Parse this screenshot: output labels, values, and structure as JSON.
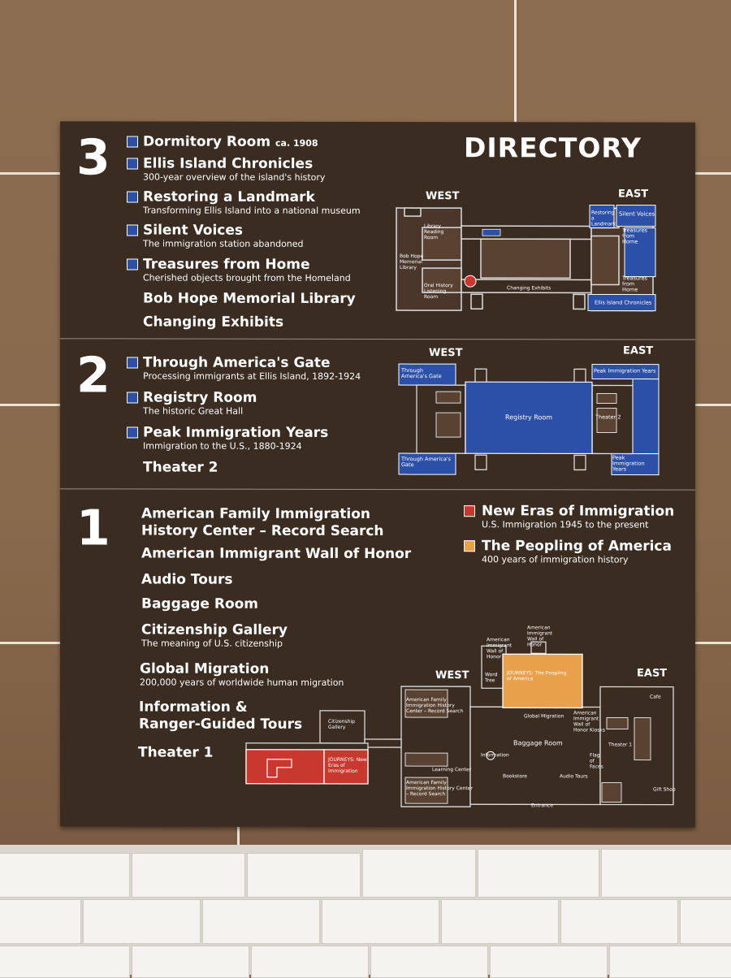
{
  "title": "DIRECTORY",
  "colors": {
    "sign_bg": "#3b2c22",
    "blue": "#2c4fa8",
    "red": "#c8382f",
    "orange": "#e9a04b",
    "wall": "#8a6a4e"
  },
  "floor3": {
    "number": "3",
    "items": [
      {
        "main": "Dormitory Room",
        "suffix": "ca. 1908",
        "sub": ""
      },
      {
        "main": "Ellis Island Chronicles",
        "sub": "300-year overview of the island's history"
      },
      {
        "main": "Restoring a Landmark",
        "sub": "Transforming Ellis Island into a national museum"
      },
      {
        "main": "Silent Voices",
        "sub": "The immigration station abandoned"
      },
      {
        "main": "Treasures from Home",
        "sub": "Cherished objects brought from the Homeland"
      },
      {
        "main": "Bob Hope Memorial Library",
        "sub": ""
      },
      {
        "main": "Changing Exhibits",
        "sub": ""
      }
    ],
    "map": {
      "west": "WEST",
      "east": "EAST",
      "labels": [
        "Library Reading Room",
        "Bob Hope Memorial Library",
        "Oral History Listening Room",
        "Changing Exhibits",
        "Restoring a Landmark",
        "Silent Voices",
        "Treasures from Home",
        "Treasures from Home",
        "Ellis Island Chronicles"
      ]
    }
  },
  "floor2": {
    "number": "2",
    "items": [
      {
        "main": "Through America's Gate",
        "sub": "Processing immigrants at Ellis Island, 1892-1924"
      },
      {
        "main": "Registry Room",
        "sub": "The historic Great Hall"
      },
      {
        "main": "Peak Immigration Years",
        "sub": "Immigration to the U.S., 1880-1924"
      },
      {
        "main": "Theater 2",
        "sub": ""
      }
    ],
    "map": {
      "west": "WEST",
      "east": "EAST",
      "labels": [
        "Through America's Gate",
        "Registry Room",
        "Peak Immigration Years",
        "Theater 2",
        "Through America's Gate",
        "Peak Immigration Years"
      ]
    }
  },
  "floor1": {
    "number": "1",
    "items": [
      {
        "main": "American Family Immigration",
        "main2": "History Center  – Record Search",
        "sub": ""
      },
      {
        "main": "American Immigrant Wall of Honor",
        "sub": ""
      },
      {
        "main": "Audio Tours",
        "sub": ""
      },
      {
        "main": "Baggage Room",
        "sub": ""
      },
      {
        "main": "Citizenship Gallery",
        "sub": "The meaning of U.S. citizenship"
      },
      {
        "main": "Global Migration",
        "sub": "200,000 years of worldwide human migration"
      },
      {
        "main": "Information &",
        "main2": "Ranger-Guided Tours",
        "sub": ""
      },
      {
        "main": "Theater 1",
        "sub": ""
      }
    ],
    "legend": [
      {
        "main": "New Eras of Immigration",
        "sub": "U.S. Immigration 1945 to the present",
        "color": "red"
      },
      {
        "main": "The Peopling of America",
        "sub": "400 years of immigration history",
        "color": "orange"
      }
    ],
    "map": {
      "west": "WEST",
      "east": "EAST",
      "labels": {
        "journeys_orange": "JOURNEYS: The Peopling of America",
        "journeys_red": "JOURNEYS: New Eras of Immigration",
        "wall_of_honor_1": "American Immigrant Wall of Honor",
        "wall_of_honor_2": "American Immigrant Wall of Honor",
        "word_tree": "Word Tree",
        "afihc_top": "American Family Immigration History Center – Record Search",
        "afihc_bottom": "American Family Immigration History Center – Record Search",
        "citizenship": "Citizenship Gallery",
        "learning": "Learning Center",
        "global": "Global Migration",
        "baggage": "Baggage Room",
        "information": "Information",
        "kiosks": "American Immigrant Wall of Honor Kiosks",
        "cafe": "Cafe",
        "theater1": "Theater 1",
        "flag": "Flag of Faces",
        "bookstore": "Bookstore",
        "audio": "Audio Tours",
        "gift": "Gift Shop",
        "entrance": "Entrance"
      }
    }
  }
}
